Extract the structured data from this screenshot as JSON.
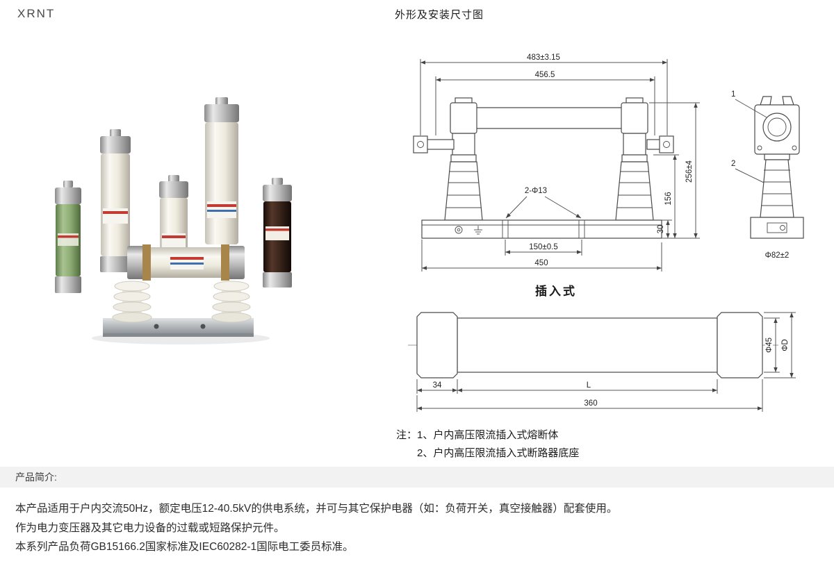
{
  "page": {
    "model": "XRNT",
    "diagram_title": "外形及安装尺寸图"
  },
  "install_drawing": {
    "dim_width_outer": "483±3.15",
    "dim_width_inner": "456.5",
    "dim_height_total": "256±4",
    "dim_height_insulator": "156",
    "dim_base_height": "30",
    "dim_holes": "2-Φ13",
    "dim_hole_spacing": "150±0.5",
    "dim_base_width": "450",
    "dim_side_diameter": "Φ82±2",
    "callout_1": "1",
    "callout_2": "2"
  },
  "plug_drawing": {
    "title": "插入式",
    "dim_cap": "34",
    "dim_body": "L",
    "dim_total": "360",
    "dim_d_inner": "Φ45",
    "dim_d_outer": "ΦD"
  },
  "notes": {
    "line1": "注：1、户内高压限流插入式熔断体",
    "line2": "2、户内高压限流插入式断路器底座"
  },
  "intro": {
    "heading": "产品简介:",
    "p1": "本产品适用于户内交流50Hz，额定电压12-40.5kV的供电系统，并可与其它保护电器（如：负荷开关，真空接触器）配套使用。",
    "p2": "作为电力变压器及其它电力设备的过载或短路保护元件。",
    "p3": "本系列产品负荷GB15166.2国家标准及IEC60282-1国际电工委员标准。"
  },
  "colors": {
    "line": "#4a4a4a",
    "text": "#222222",
    "ceramic": "#efece2",
    "green_fuse": "#8cab72",
    "dark_fuse": "#38241b",
    "metal": "#bdbdbd",
    "label_red": "#c23a32"
  }
}
